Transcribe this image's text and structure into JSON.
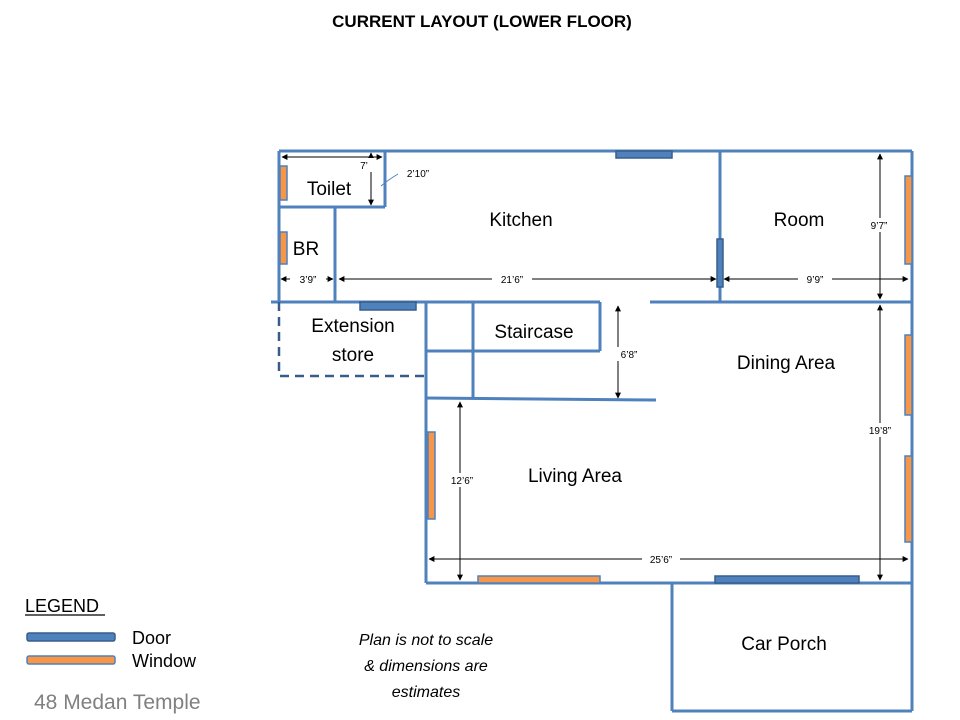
{
  "title": "CURRENT LAYOUT (LOWER FLOOR)",
  "rooms": {
    "toilet": "Toilet",
    "br": "BR",
    "kitchen": "Kitchen",
    "room": "Room",
    "extension_line1": "Extension",
    "extension_line2": "store",
    "staircase": "Staircase",
    "dining": "Dining Area",
    "living": "Living Area",
    "car_porch": "Car Porch"
  },
  "dimensions": {
    "toilet_width": "7’",
    "toilet_depth": "2’10”",
    "br_width": "3’9”",
    "kitchen_width": "21’6”",
    "room_width": "9’9”",
    "room_depth": "9’7”",
    "staircase_depth": "6’8”",
    "dining_depth": "19’8”",
    "living_depth": "12’6”",
    "living_width": "25’6”"
  },
  "legend": {
    "title": "LEGEND",
    "door": "Door",
    "window": "Window",
    "door_color": "#4f81bd",
    "window_color": "#f79646"
  },
  "note": {
    "line1": "Plan is not to scale",
    "line2": "& dimensions are",
    "line3": "estimates"
  },
  "address": "48 Medan Temple",
  "colors": {
    "wall": "#4f81bd"
  }
}
